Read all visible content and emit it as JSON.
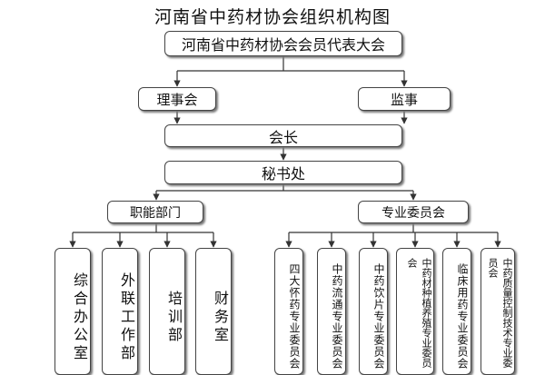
{
  "title": "河南省中药材协会组织机构图",
  "nodes": {
    "congress": "河南省中药材协会会员代表大会",
    "council": "理事会",
    "supervisor": "监事",
    "president": "会长",
    "secretariat": "秘书处",
    "functional": "职能部门",
    "committees": "专业委员会"
  },
  "functional_depts": [
    "综合办公室",
    "外联工作部",
    "培训部",
    "财务室"
  ],
  "special_committees": [
    "四大怀药专业委员会",
    "中药流通专业委员会",
    "中药饮片专业委员会",
    "中药材种植养殖专业委员会",
    "临床用药专业委员会",
    "中药质量控制技术专业委员会"
  ]
}
